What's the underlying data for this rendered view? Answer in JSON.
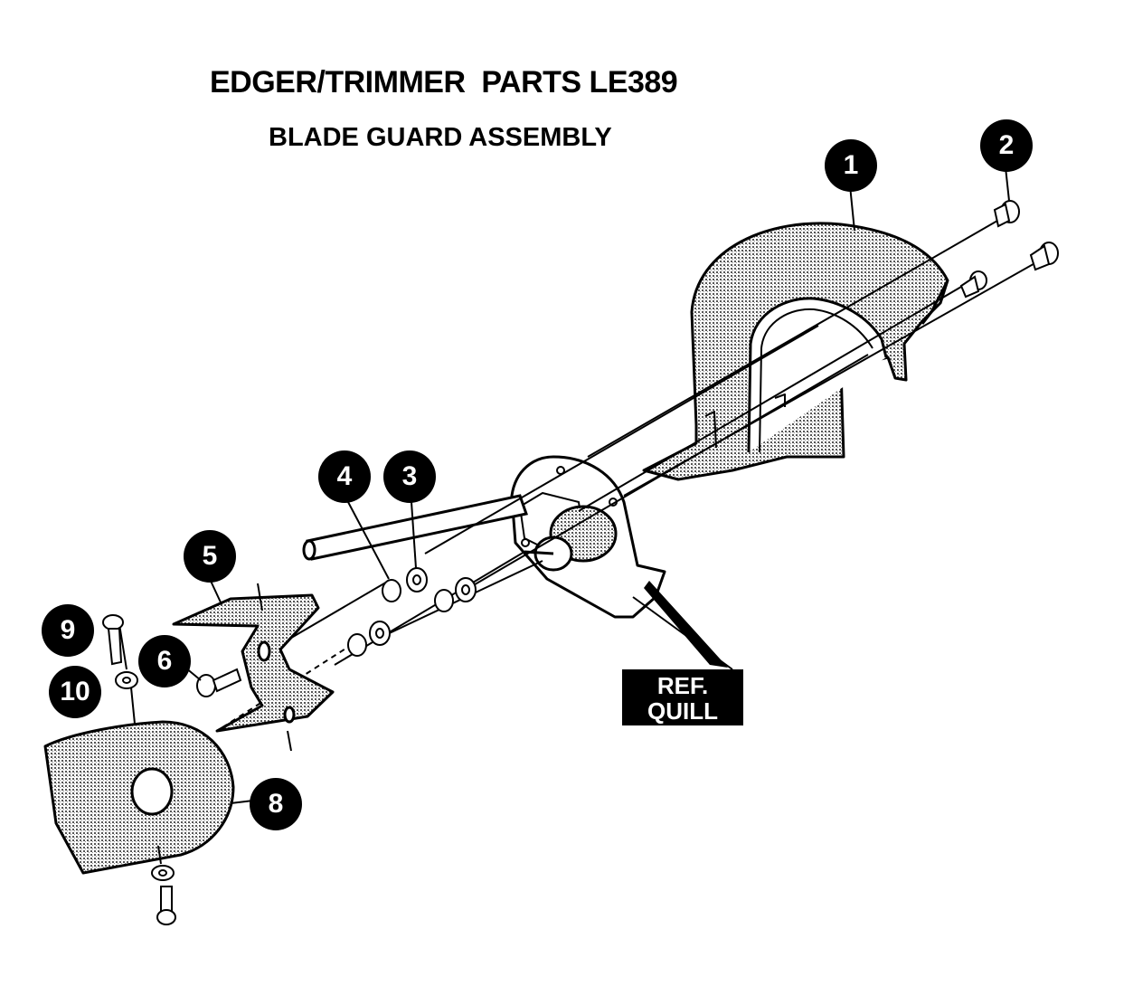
{
  "title": "EDGER/TRIMMER  PARTS LE389",
  "subtitle": "BLADE GUARD ASSEMBLY",
  "callouts": [
    "1",
    "2",
    "3",
    "4",
    "5",
    "6",
    "8",
    "9",
    "10"
  ],
  "ref_label": {
    "line1": "REF.",
    "line2": "QUILL"
  },
  "colors": {
    "ink": "#000000",
    "fill": "#cfcfcf",
    "paper": "#ffffff"
  }
}
